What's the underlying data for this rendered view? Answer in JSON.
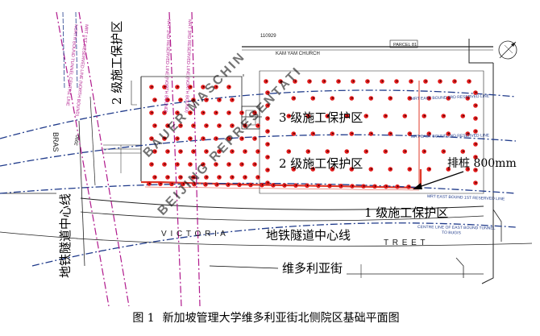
{
  "caption": {
    "figure_number": "图 1",
    "text": "新加坡管理大学维多利亚街北侧院区基础平面图"
  },
  "zones": {
    "zone3": "3 级施工保护区",
    "zone2_main": "2 级施工保护区",
    "zone2_vertical": "2 级施工保护区",
    "zone1": "1 级施工保护区"
  },
  "pile_label": "排桩  800mm",
  "tunnel_centerline_horizontal": "地铁隧道中心线",
  "tunnel_centerline_vertical": "地铁隧道中心线",
  "street_name_cn": "维多利亚街",
  "street_name_en_left": "V I C T O R I A",
  "street_name_en_right": "T R E E T",
  "top_labels": {
    "lot": "110929",
    "church": "KAM YAM CHURCH",
    "parcel": "PARCEL 81"
  },
  "left_labels": {
    "bras": "BRAS",
    "number": "3990"
  },
  "mrt_horizontal_labels": {
    "third_reserved": "MRT EAST BOUND 3RD RESERVED LINE",
    "second_reserved": "MRT EAST BOUND 2ND RESERVED LINE",
    "first_reserved": "MRT EAST BOUND 1ST RESERVED LINE",
    "centre_line_1": "CENTRE LINE OF EAST BOUND TUNNEL",
    "centre_line_2": "TO BUGIS"
  },
  "mrt_vertical_labels": {
    "nb_centre": "NORTH BOUND TUNNEL CENTRE LINE",
    "nb_1st": "MRT 1ST RESERVED LINE (NORTH BOUND)",
    "nb_2nd": "MRT 2ND RESERVED LINE (NORTH BOUND)",
    "nb_3rd": "MRT 3RD RESERVED LINE (NORTH BOUND)"
  },
  "watermark": {
    "line1": "BAUER MASCHIN",
    "line2": "BEIJING REPRESENTATI"
  },
  "colors": {
    "mrt_blue": "#1f3a8a",
    "mrt_magenta": "#b0198c",
    "pile_red": "#e21b1b",
    "boundary_red": "#e03a2a"
  }
}
